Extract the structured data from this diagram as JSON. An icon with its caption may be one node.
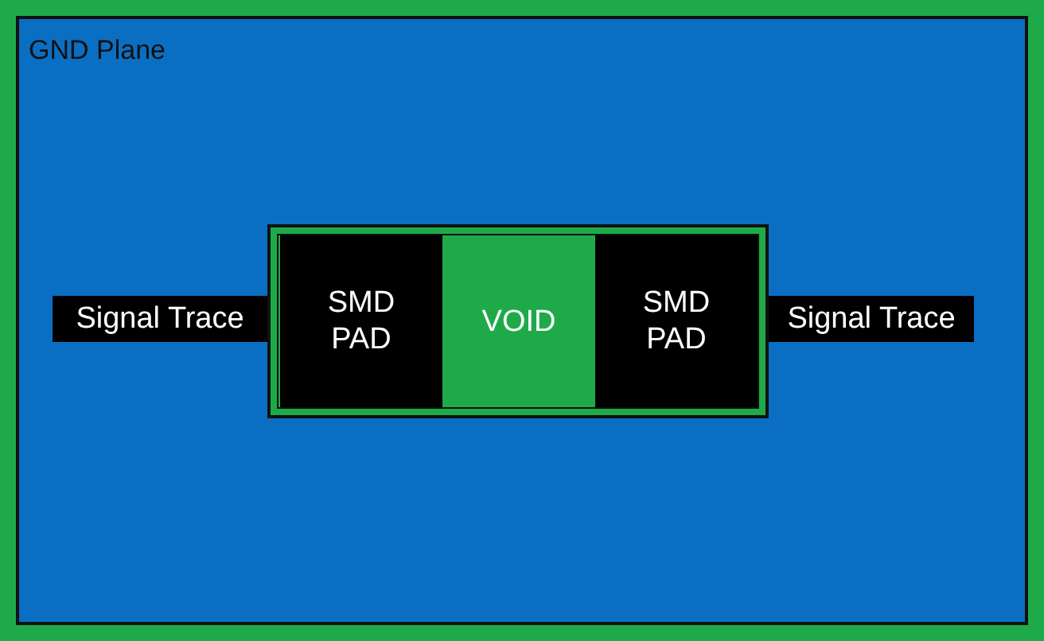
{
  "diagram": {
    "nodes": [
      {
        "text": [
          "GND Plane"
        ]
      },
      {
        "text": [],
        "shape": "box",
        "in": 0
      },
      {
        "text": [
          "SMD PAD"
        ],
        "in": 1
      },
      {
        "text": [
          "VOID"
        ],
        "in": 1
      },
      {
        "text": [
          "SMD PAD"
        ],
        "in": 1
      },
      {
        "text": [
          "Signal Trace"
        ],
        "in": 0
      },
      {
        "text": [
          "Signal Trace"
        ],
        "in": 0
      }
    ]
  }
}
